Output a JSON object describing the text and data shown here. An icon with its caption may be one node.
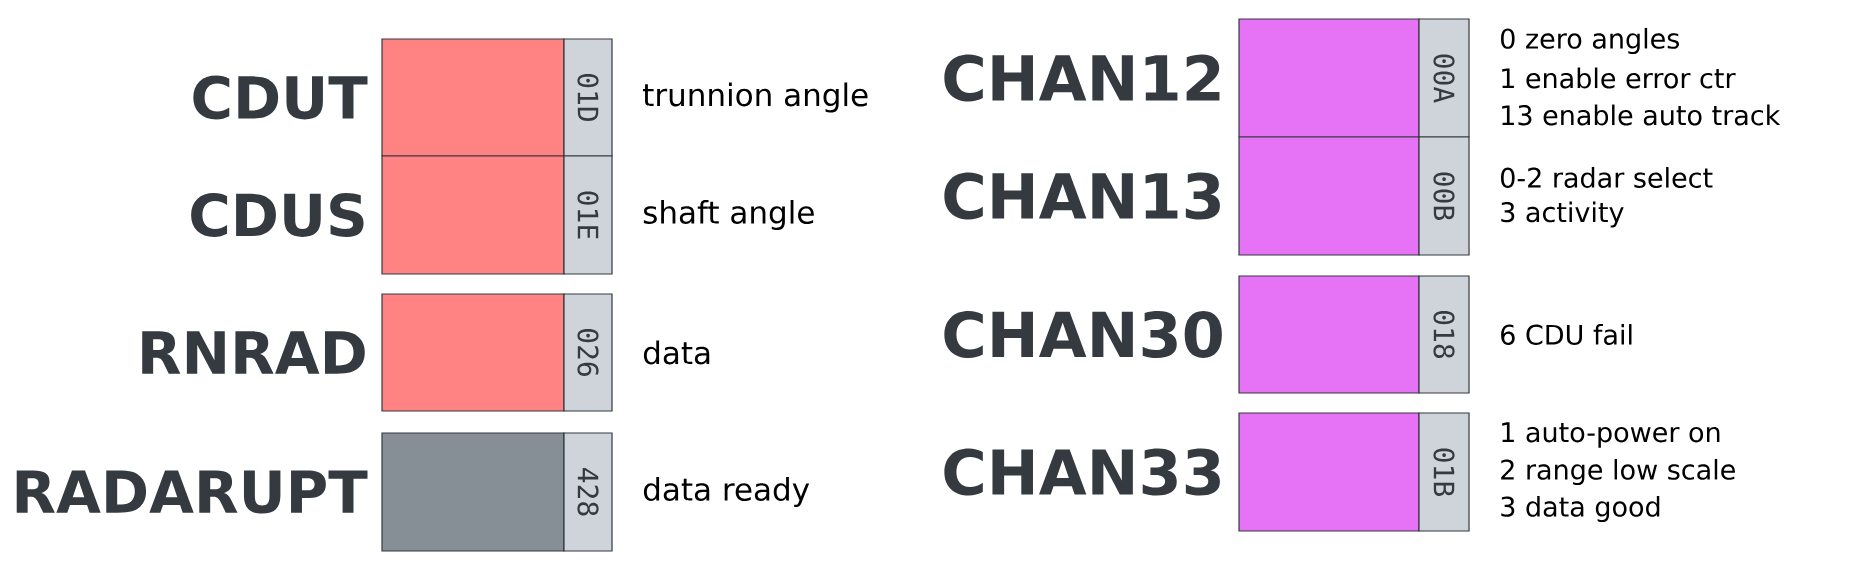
{
  "diagram": {
    "nodes": [
      {
        "text": [
          "CDUT"
        ]
      },
      {
        "text": [
          "01D"
        ],
        "beside": [
          "trunnion angle"
        ]
      },
      {
        "text": [
          "CDUS"
        ]
      },
      {
        "text": [
          "01E"
        ],
        "beside": [
          "shaft angle"
        ]
      },
      {
        "text": [
          "RNRAD"
        ]
      },
      {
        "text": [
          "026"
        ],
        "beside": [
          "data"
        ]
      },
      {
        "text": [
          "RADARUPT"
        ]
      },
      {
        "text": [
          "428"
        ],
        "beside": [
          "data ready"
        ]
      },
      {
        "text": [
          "CHAN12"
        ]
      },
      {
        "text": [
          "00A"
        ],
        "beside": [
          "0 zero angles",
          "1 enable error ctr",
          "13 enable auto track"
        ]
      },
      {
        "text": [
          "CHAN13"
        ]
      },
      {
        "text": [
          "00B"
        ],
        "beside": [
          "0-2 radar select",
          "3 activity"
        ]
      },
      {
        "text": [
          "CHAN30"
        ]
      },
      {
        "text": [
          "018"
        ],
        "beside": [
          "6 CDU fail"
        ]
      },
      {
        "text": [
          "CHAN33"
        ]
      },
      {
        "text": [
          "01B"
        ],
        "beside": [
          "1 auto-power on",
          "2 range low scale",
          "3 data good"
        ]
      }
    ]
  }
}
